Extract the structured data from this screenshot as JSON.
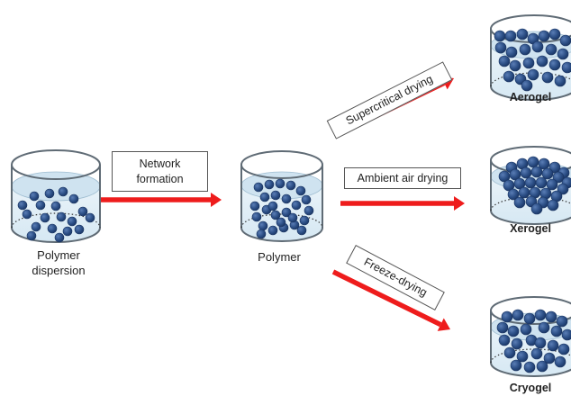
{
  "stages": {
    "dispersion": {
      "label_line1": "Polymer",
      "label_line2": "dispersion"
    },
    "polymer": {
      "label": "Polymer"
    },
    "aerogel": {
      "label": "Aerogel"
    },
    "xerogel": {
      "label": "Xerogel"
    },
    "cryogel": {
      "label": "Cryogel"
    }
  },
  "processes": {
    "network": {
      "line1": "Network",
      "line2": "formation"
    },
    "supercritical": {
      "label": "Supercritical drying"
    },
    "ambient": {
      "label": "Ambient air drying"
    },
    "freeze": {
      "label": "Freeze-drying"
    }
  },
  "colors": {
    "arrow": "#ee1c1c",
    "particle": "#2c4f86",
    "particle_edge": "#1a3563",
    "liquid": "#d6e8f3",
    "container_edge": "#5f6b75"
  }
}
